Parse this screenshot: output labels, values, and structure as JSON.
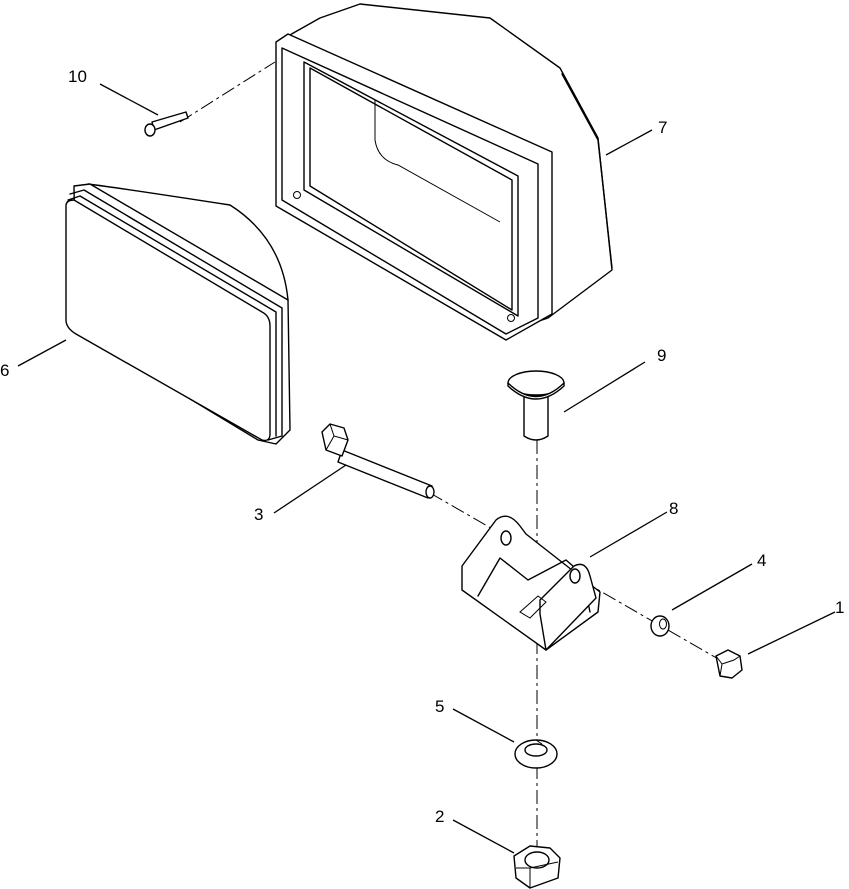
{
  "callouts": [
    {
      "id": "1",
      "label": "1",
      "part": "nut-small"
    },
    {
      "id": "2",
      "label": "2",
      "part": "nut-large"
    },
    {
      "id": "3",
      "label": "3",
      "part": "bolt"
    },
    {
      "id": "4",
      "label": "4",
      "part": "washer-small"
    },
    {
      "id": "5",
      "label": "5",
      "part": "lock-washer"
    },
    {
      "id": "6",
      "label": "6",
      "part": "lamp-lens"
    },
    {
      "id": "7",
      "label": "7",
      "part": "lamp-housing"
    },
    {
      "id": "8",
      "label": "8",
      "part": "mounting-bracket"
    },
    {
      "id": "9",
      "label": "9",
      "part": "carriage-bolt"
    },
    {
      "id": "10",
      "label": "10",
      "part": "screw"
    }
  ]
}
